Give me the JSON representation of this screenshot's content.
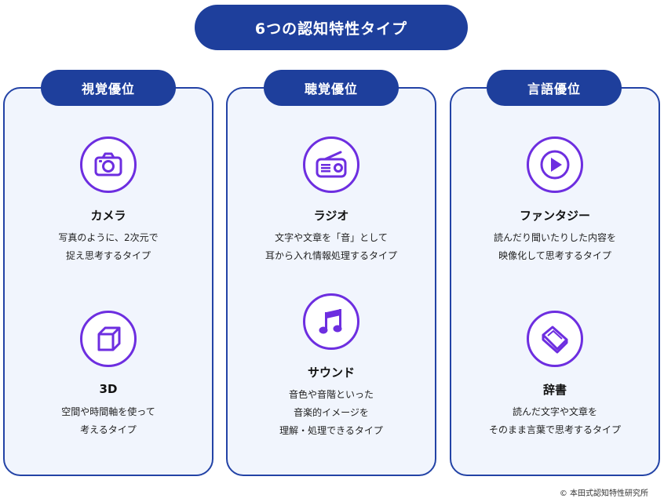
{
  "title": "6つの認知特性タイプ",
  "columns": [
    {
      "label": "視覚優位",
      "items": [
        {
          "name": "カメラ",
          "icon": "camera-icon",
          "lines": [
            "写真のように、2次元で",
            "捉え思考するタイプ"
          ]
        },
        {
          "name": "3D",
          "icon": "cube-icon",
          "lines": [
            "空間や時間軸を使って",
            "考えるタイプ"
          ]
        }
      ]
    },
    {
      "label": "聴覚優位",
      "items": [
        {
          "name": "ラジオ",
          "icon": "radio-icon",
          "lines": [
            "文字や文章を「音」として",
            "耳から入れ情報処理するタイプ"
          ]
        },
        {
          "name": "サウンド",
          "icon": "music-note-icon",
          "lines": [
            "音色や音階といった",
            "音楽的イメージを",
            "理解・処理できるタイプ"
          ]
        }
      ]
    },
    {
      "label": "言語優位",
      "items": [
        {
          "name": "ファンタジー",
          "icon": "play-icon",
          "lines": [
            "読んだり聞いたりした内容を",
            "映像化して思考するタイプ"
          ]
        },
        {
          "name": "辞書",
          "icon": "book-icon",
          "lines": [
            "読んだ文字や文章を",
            "そのまま言葉で思考するタイプ"
          ]
        }
      ]
    }
  ],
  "copyright": "© 本田式認知特性研究所",
  "colors": {
    "navy": "#1e3f9c",
    "purple": "#6d2ee0",
    "panel": "#f1f5fd"
  }
}
